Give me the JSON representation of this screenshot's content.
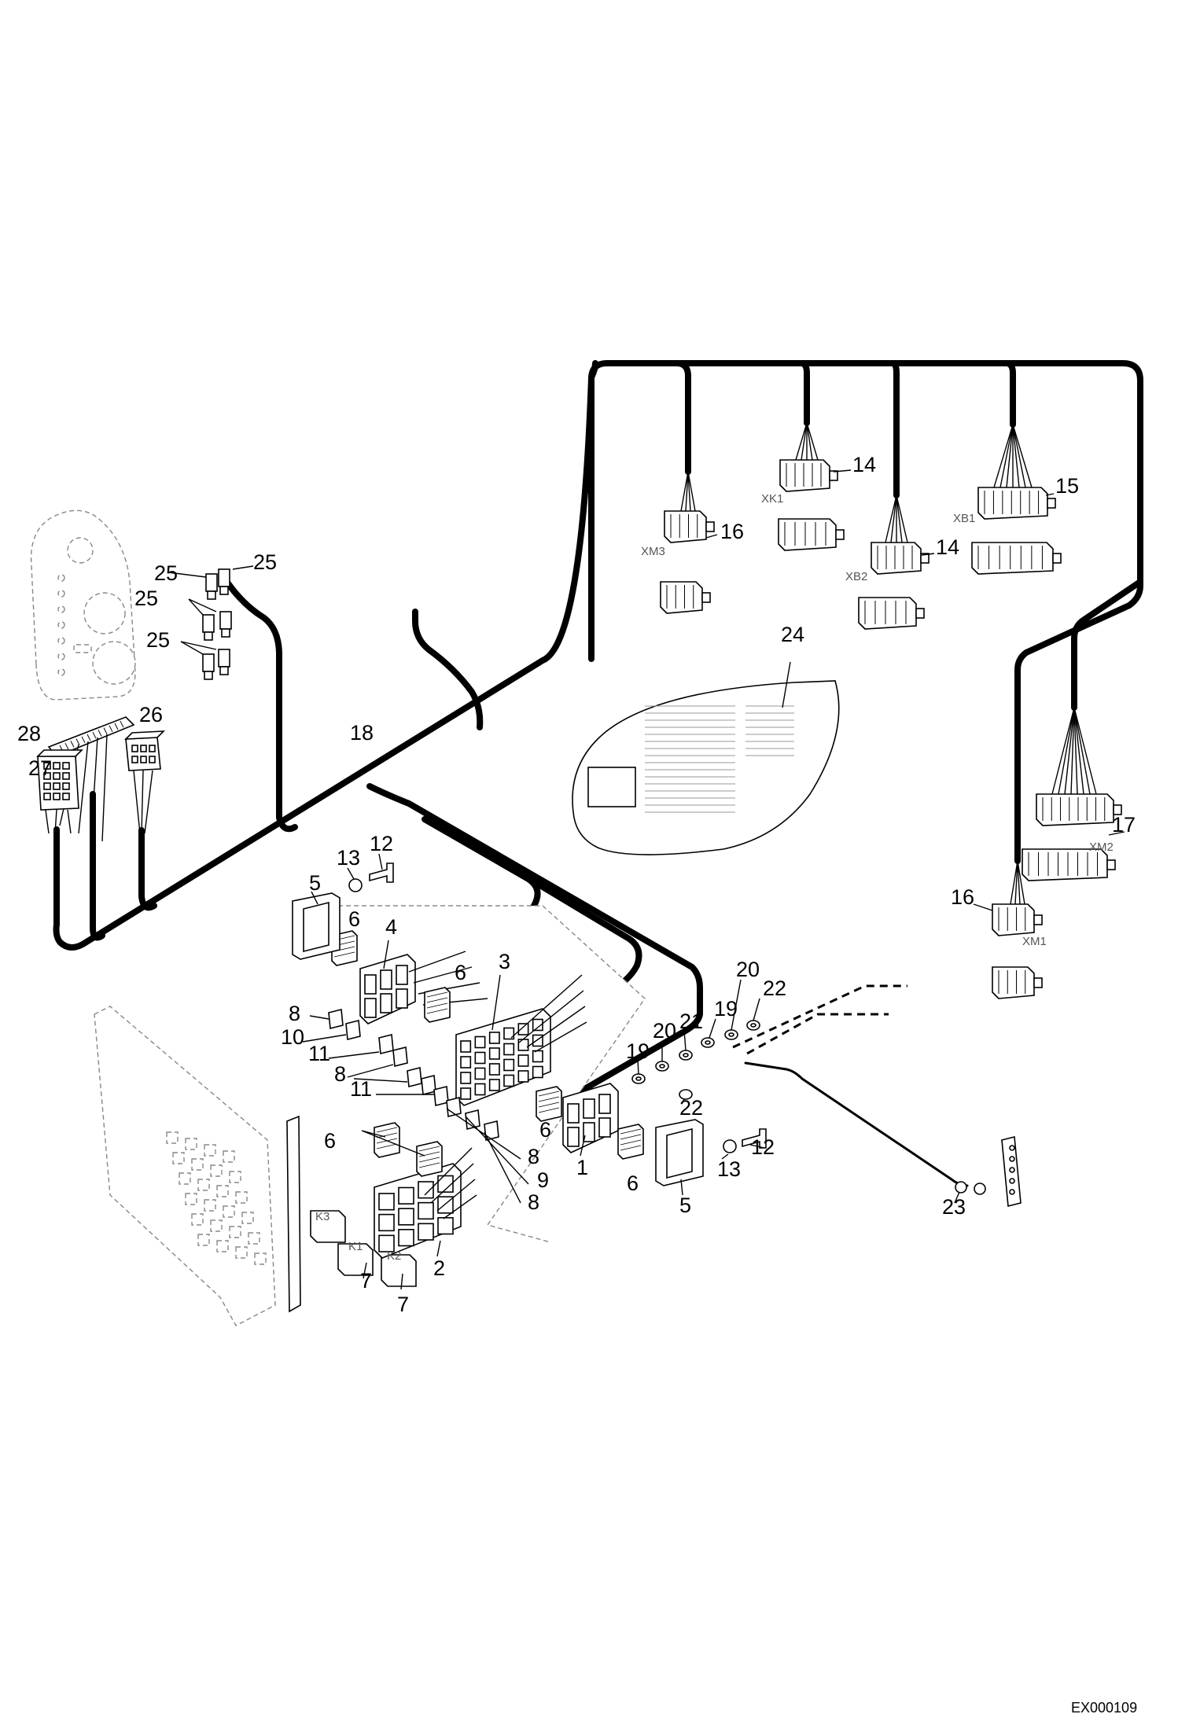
{
  "drawing_id": "EX000109",
  "connector_tags": {
    "xm3": "XM3",
    "xk1": "XK1",
    "xb2": "XB2",
    "xb1": "XB1",
    "xm2": "XM2",
    "xm1": "XM1",
    "k1": "K1",
    "k2": "K2",
    "k3": "K3"
  },
  "callouts": {
    "c1": "1",
    "c2": "2",
    "c3": "3",
    "c4": "4",
    "c5a": "5",
    "c5b": "5",
    "c6a": "6",
    "c6b": "6",
    "c6c": "6",
    "c6d": "6",
    "c6e": "6",
    "c7a": "7",
    "c7b": "7",
    "c8a": "8",
    "c8b": "8",
    "c8c": "8",
    "c8d": "8",
    "c9": "9",
    "c10": "10",
    "c11a": "11",
    "c11b": "11",
    "c12a": "12",
    "c12b": "12",
    "c13a": "13",
    "c13b": "13",
    "c14a": "14",
    "c14b": "14",
    "c15": "15",
    "c16a": "16",
    "c16b": "16",
    "c17": "17",
    "c18": "18",
    "c19a": "19",
    "c19b": "19",
    "c20a": "20",
    "c20b": "20",
    "c21": "21",
    "c22a": "22",
    "c22b": "22",
    "c23": "23",
    "c24": "24",
    "c25a": "25",
    "c25b": "25",
    "c25c": "25",
    "c25d": "25",
    "c26": "26",
    "c27": "27",
    "c28": "28"
  }
}
